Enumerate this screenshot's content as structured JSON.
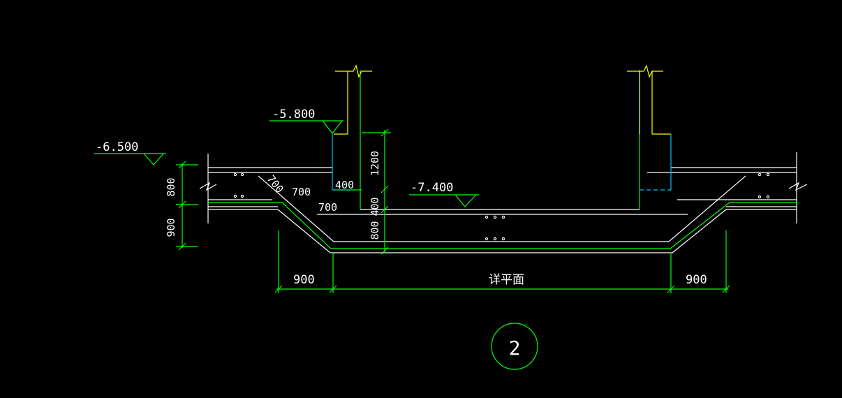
{
  "elevations": {
    "left_top": "-6.500",
    "wall_top": "-5.800",
    "pit_floor": "-7.400"
  },
  "dimensions": {
    "left_upper": "800",
    "left_lower": "900",
    "wall_height": "1200",
    "wall_offset": "400",
    "wall_lower": "400",
    "slab_bottom": "800",
    "slope_a": "700",
    "slope_b": "700",
    "slope_c": "700",
    "bottom_left": "900",
    "bottom_right": "900"
  },
  "texts": {
    "detail_ref": "详平面",
    "section_tag": "2"
  },
  "colors": {
    "background": "#000000",
    "outline": "#ffffff",
    "dimension": "#00ff00",
    "wall": "#ffff00",
    "hidden": "#00bfff"
  }
}
